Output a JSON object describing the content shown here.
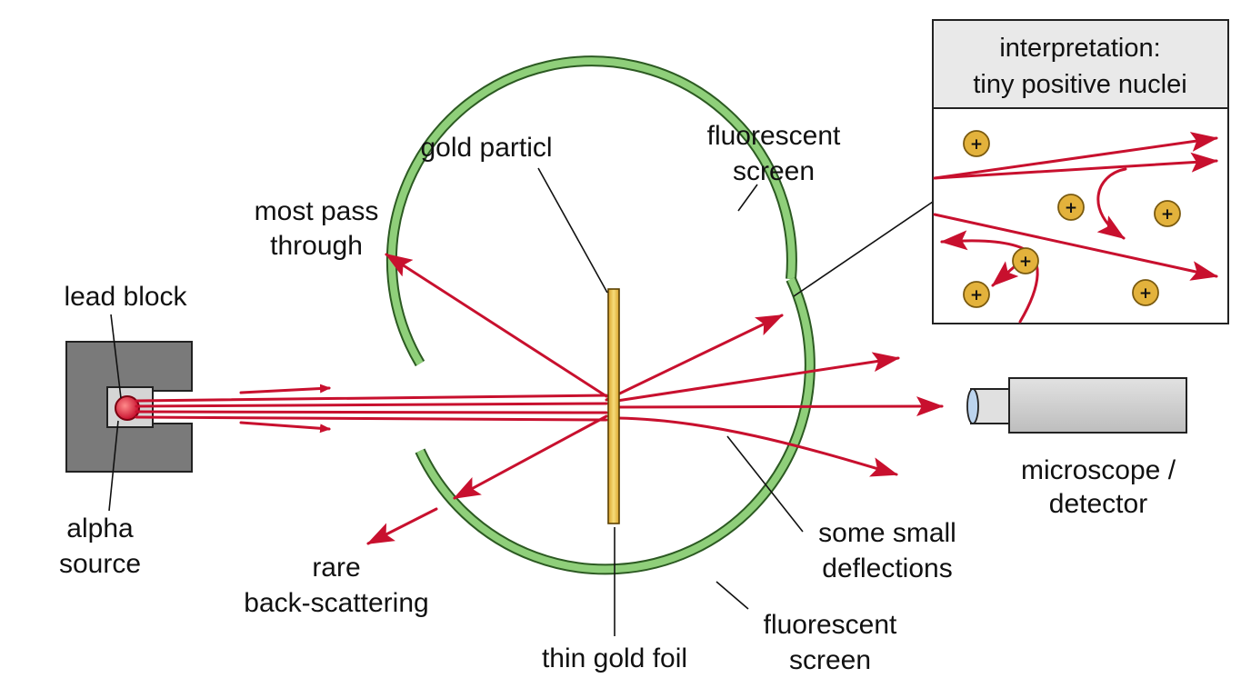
{
  "labels": {
    "lead_block": "lead block",
    "alpha_source_1": "alpha",
    "alpha_source_2": "source",
    "gold_particle": "gold particl",
    "most_pass_1": "most pass",
    "most_pass_2": "through",
    "screen_top_1": "fluorescent",
    "screen_top_2": "screen",
    "rare_1": "rare",
    "rare_2": "back-scattering",
    "thin_foil": "thin gold foil",
    "small_defl_1": "some small",
    "small_defl_2": "deflections",
    "screen_bottom_1": "fluorescent",
    "screen_bottom_2": "screen",
    "microscope_1": "microscope /",
    "microscope_2": "detector"
  },
  "inset": {
    "title_line1": "interpretation:",
    "title_line2": "tiny positive nuclei",
    "nucleus_symbol": "+"
  },
  "colors": {
    "ray": "#c8102e",
    "screen": "#8fcf7a",
    "foil": "#e8b33c",
    "nucleus": "#e3b23c",
    "lead": "#7a7a7a",
    "detector": "#d0d0d0"
  }
}
